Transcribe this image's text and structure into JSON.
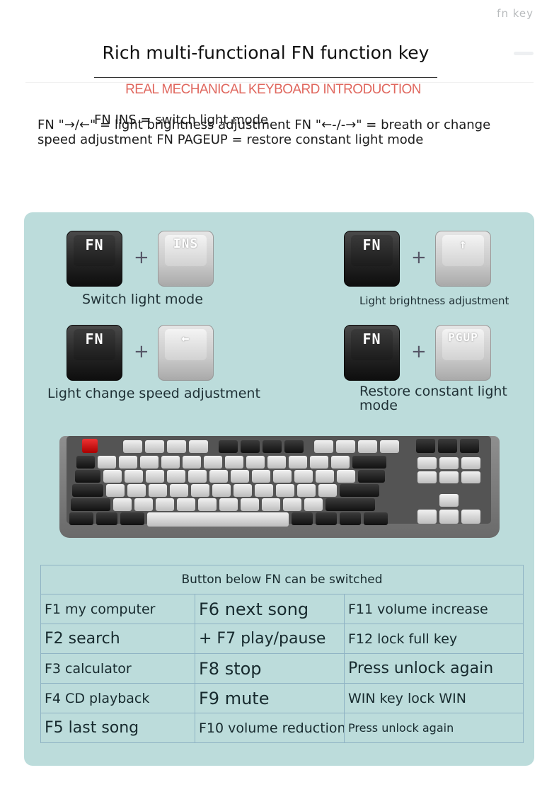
{
  "corner_tag": "fn key",
  "title": "Rich multi-functional FN function key",
  "subtitle": "REAL MECHANICAL KEYBOARD INTRODUCTION",
  "description_line_a": "FN INS = switch light mode",
  "description_line_b": "FN \"→/←\" = light brightness adjustment FN \"←-/-→\" = breath or change speed adjustment FN PAGEUP = restore constant light mode",
  "combos": [
    {
      "key1": "FN",
      "key2": "INS",
      "label": "Switch light mode"
    },
    {
      "key1": "FN",
      "key2": "↑",
      "label": "Light brightness adjustment"
    },
    {
      "key1": "FN",
      "key2": "←",
      "label": "Light change speed adjustment"
    },
    {
      "key1": "FN",
      "key2": "PGUP",
      "label": "Restore constant light mode"
    }
  ],
  "plus_symbol": "+",
  "table": {
    "header": "Button below FN can be switched",
    "rows": [
      [
        "F1 my computer",
        "F6 next song",
        "F11 volume increase"
      ],
      [
        "F2 search",
        "+ F7 play/pause",
        "F12 lock full key"
      ],
      [
        "F3 calculator",
        "F8 stop",
        "Press unlock again"
      ],
      [
        "F4 CD playback",
        "F9 mute",
        "WIN key lock WIN"
      ],
      [
        "F5 last song",
        "F10 volume reduction",
        "Press unlock again"
      ]
    ]
  },
  "colors": {
    "panel": "#bcdcdb",
    "subtitle": "#e0685f",
    "dark_key": "#1c1c1c",
    "light_key": "#d2d2d2",
    "esc_key": "#dd2222",
    "table_border": "#8fb3c4"
  }
}
